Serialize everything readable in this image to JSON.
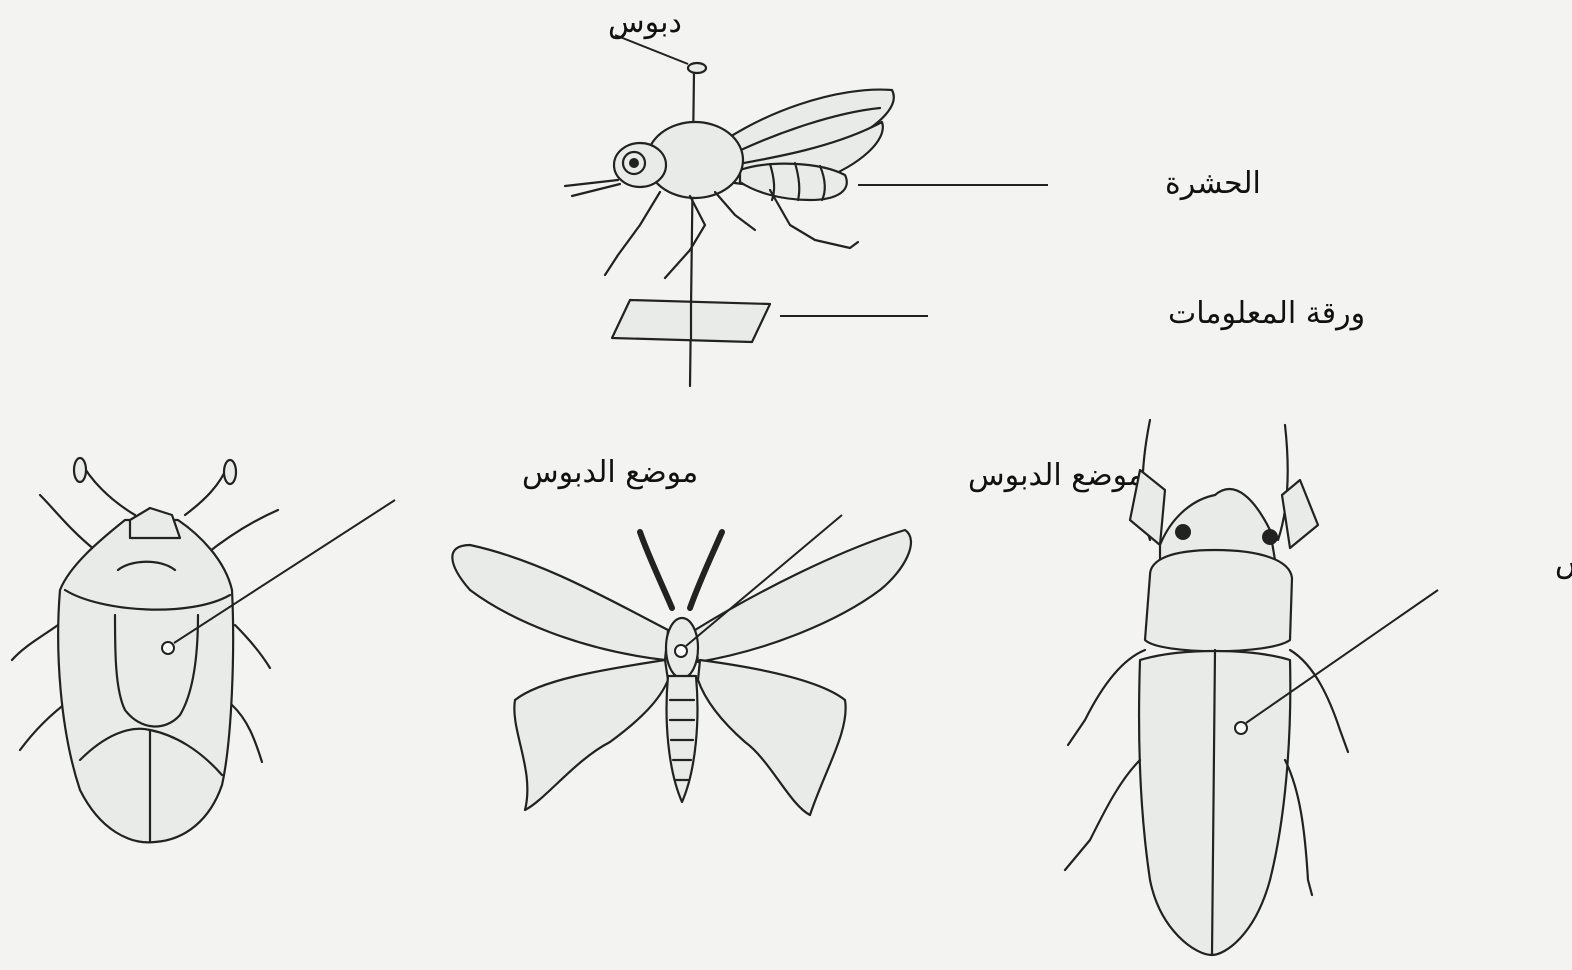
{
  "labels": {
    "pin": "دبوس",
    "insect": "الحشرة",
    "info_card": "ورقة المعلومات",
    "pin_position": "موضع الدبوس"
  }
}
